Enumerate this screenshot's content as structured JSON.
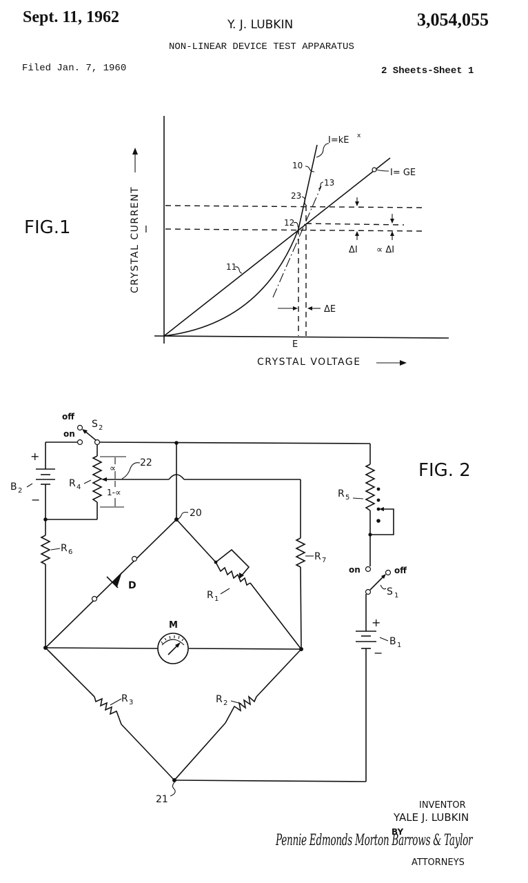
{
  "header": {
    "date": "Sept. 11, 1962",
    "inventor_short": "Y. J. LUBKIN",
    "patent_number": "3,054,055",
    "title": "NON-LINEAR DEVICE TEST APPARATUS",
    "filed": "Filed Jan. 7, 1960",
    "sheets": "2 Sheets-Sheet 1"
  },
  "fig1": {
    "label": "FIG.1",
    "ylabel": "CRYSTAL CURRENT",
    "xlabel": "CRYSTAL VOLTAGE",
    "tick_y": "I",
    "tick_x": "E",
    "curve_power_label": "I=kE",
    "curve_power_exp": "x",
    "line_linear_label": "I= GE",
    "ref_10": "10",
    "ref_11": "11",
    "ref_12": "12",
    "ref_13": "13",
    "ref_23": "23",
    "delta_i": "ΔI",
    "alpha_delta_i": "∝ ΔI",
    "delta_e": "ΔE"
  },
  "fig2": {
    "label": "FIG. 2",
    "s2": "S",
    "s2_sub": "2",
    "s2_off": "off",
    "s2_on": "on",
    "b2": "B",
    "b2_sub": "2",
    "r4": "R",
    "r4_sub": "4",
    "ref_22": "22",
    "alpha": "∝",
    "one_minus_alpha": "1-∝",
    "ref_20": "20",
    "ref_21": "21",
    "r6": "R",
    "r6_sub": "6",
    "r7": "R",
    "r7_sub": "7",
    "r1": "R",
    "r1_sub": "1",
    "r2": "R",
    "r2_sub": "2",
    "r3": "R",
    "r3_sub": "3",
    "r5": "R",
    "r5_sub": "5",
    "diode": "D",
    "meter": "M",
    "s1": "S",
    "s1_sub": "1",
    "s1_on": "on",
    "s1_off": "off",
    "b1": "B",
    "b1_sub": "1",
    "plus": "+",
    "minus": "−"
  },
  "footer": {
    "inventor_heading": "INVENTOR",
    "inventor_name": "YALE J. LUBKIN",
    "by": "BY",
    "signature": "Pennie Edmonds Morton Barrows & Taylor",
    "attorneys": "ATTORNEYS"
  }
}
